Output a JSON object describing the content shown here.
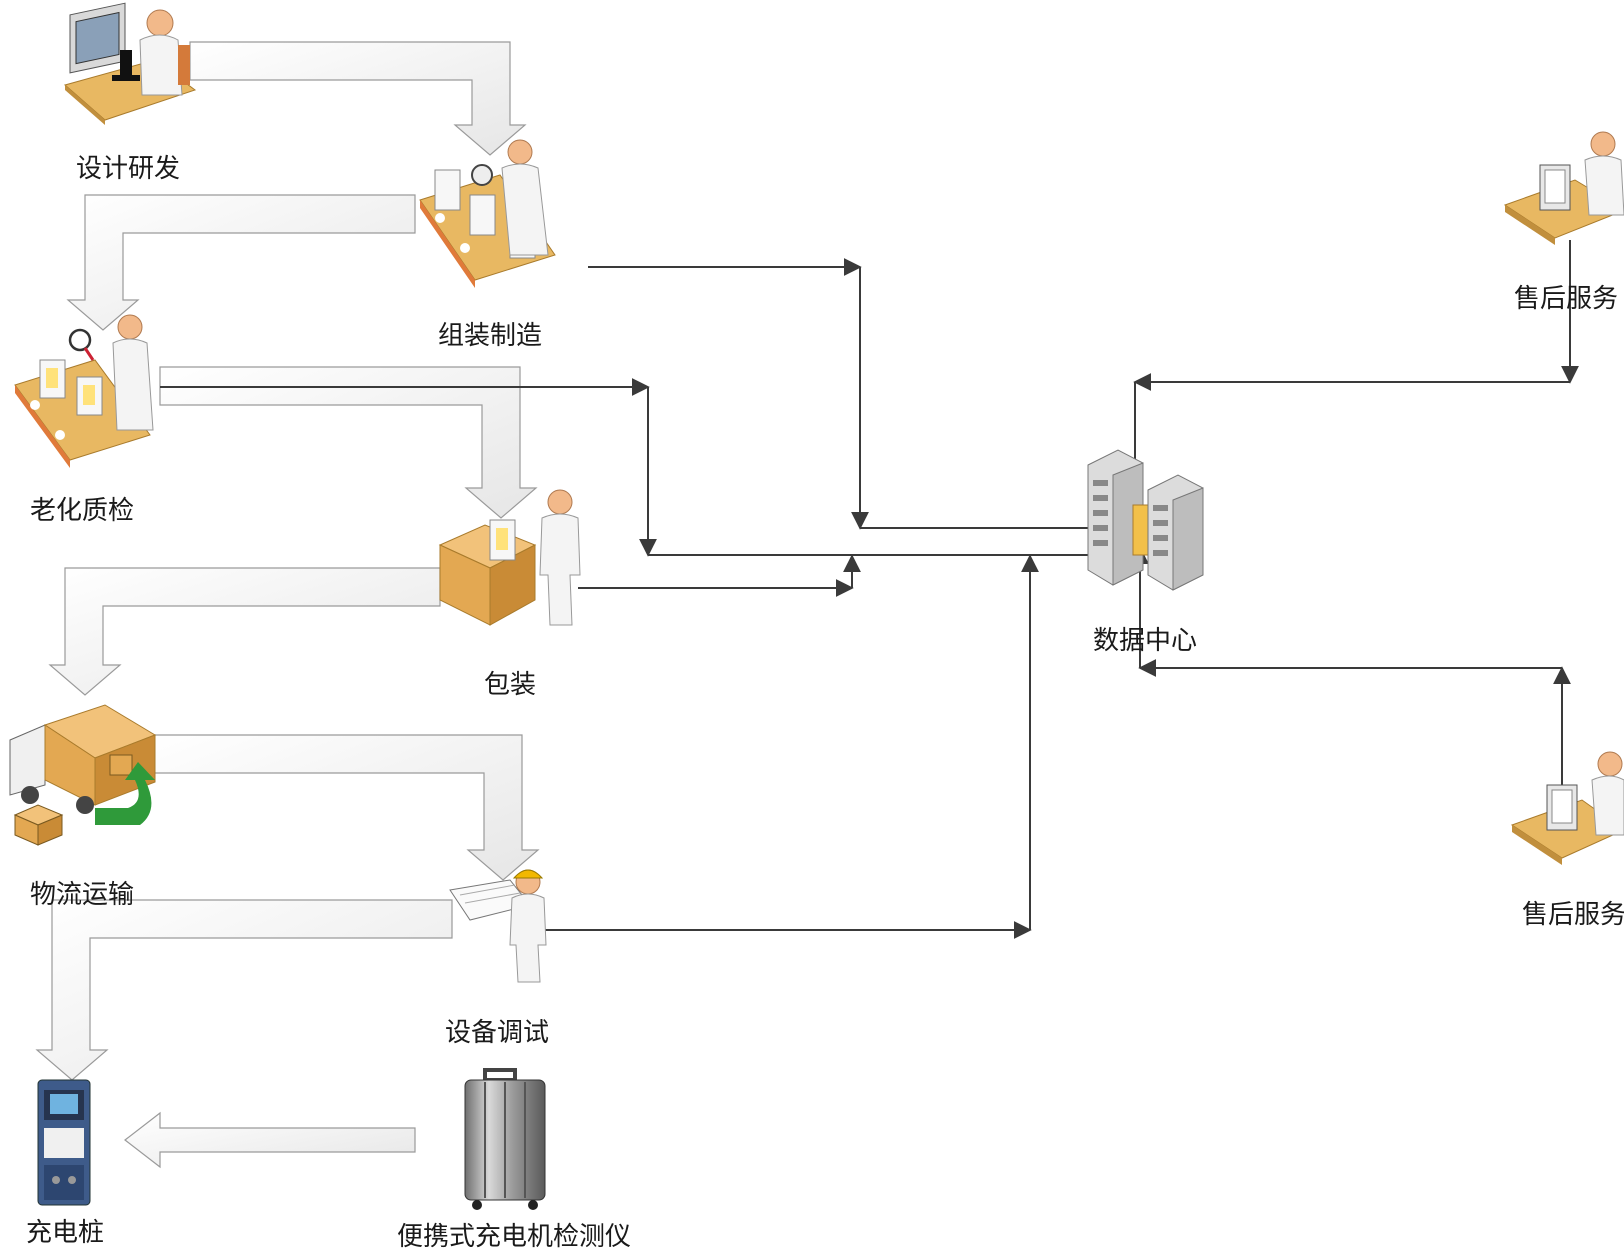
{
  "nodes": {
    "design": {
      "label": "设计研发"
    },
    "assembly": {
      "label": "组装制造"
    },
    "aging": {
      "label": "老化质检"
    },
    "packaging": {
      "label": "包装"
    },
    "logistics": {
      "label": "物流运输"
    },
    "debugging": {
      "label": "设备调试"
    },
    "charger": {
      "label": "充电桩"
    },
    "tester": {
      "label": "便携式充电机检测仪"
    },
    "datacenter": {
      "label": "数据中心"
    },
    "aftersales_1": {
      "label": "售后服务"
    },
    "aftersales_2": {
      "label": "售后服务"
    }
  },
  "colors": {
    "line": "#3a3a3a",
    "process_arrow_fill": "#f3f3f3",
    "process_arrow_stroke": "#9a9a9a",
    "skin": "#f2b98a",
    "desk": "#e8b862",
    "conveyor": "#e07a3a",
    "box": "#e3a852",
    "server": "#cfcfcf",
    "truck_arrow": "#2f9a3a"
  }
}
